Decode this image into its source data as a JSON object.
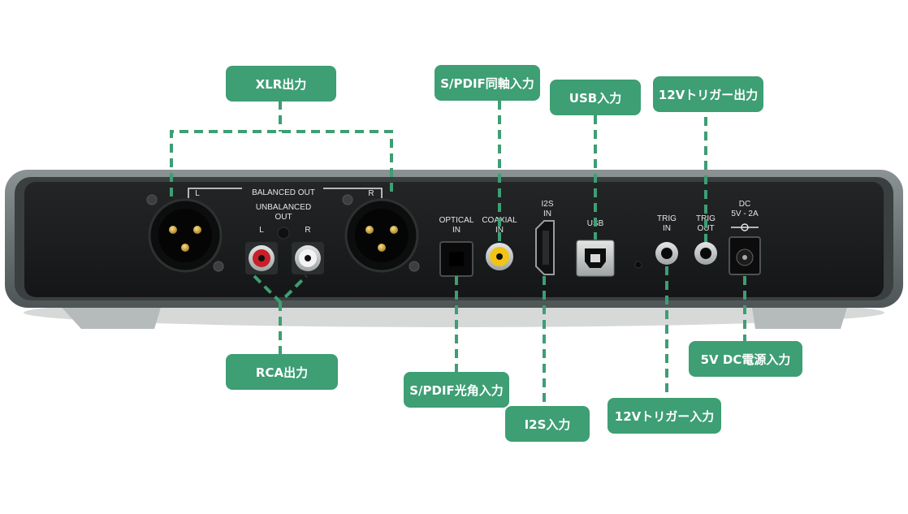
{
  "callouts": {
    "xlr_out": "XLR出力",
    "rca_out": "RCA出力",
    "spdif_coax_in": "S/PDIF同軸入力",
    "spdif_optical_in": "S/PDIF光角入力",
    "usb_in": "USB入力",
    "i2s_in": "I2S入力",
    "trigger_out_12v": "12Vトリガー出力",
    "trigger_in_12v": "12Vトリガー入力",
    "dc_power_in": "5V DC電源入力"
  },
  "panel_labels": {
    "balanced_out": "BALANCED OUT",
    "left": "L",
    "right": "R",
    "unbalanced_out_line1": "UNBALANCED",
    "unbalanced_out_line2": "OUT",
    "optical_line1": "OPTICAL",
    "optical_line2": "IN",
    "coaxial_line1": "COAXIAL",
    "coaxial_line2": "IN",
    "i2s_line1": "I2S",
    "i2s_line2": "IN",
    "usb": "USB",
    "trig_in_line1": "TRIG",
    "trig_in_line2": "IN",
    "trig_out_line1": "TRIG",
    "trig_out_line2": "OUT",
    "dc_line1": "DC",
    "dc_line2": "5V - 2A"
  },
  "colors": {
    "callout_green": "#3e9e74",
    "panel_black": "#1c1e1f",
    "chassis_gray": "#6f7677",
    "label_white": "#e6e6e6"
  }
}
